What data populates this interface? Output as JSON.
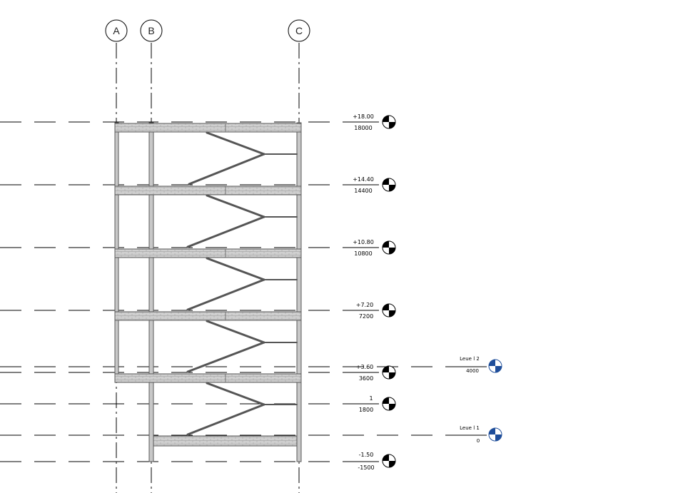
{
  "grids": [
    {
      "label": "A"
    },
    {
      "label": "B"
    },
    {
      "label": "C"
    }
  ],
  "levels": [
    {
      "id": "lvl-18000",
      "elevation": "+18.00",
      "value": "18000",
      "name": ""
    },
    {
      "id": "lvl-14400",
      "elevation": "+14.40",
      "value": "14400",
      "name": ""
    },
    {
      "id": "lvl-10800",
      "elevation": "+10.80",
      "value": "10800",
      "name": ""
    },
    {
      "id": "lvl-7200",
      "elevation": "+7.20",
      "value": "7200",
      "name": ""
    },
    {
      "id": "lvl-3600",
      "elevation": "+3.60",
      "value": "3600",
      "name": ""
    },
    {
      "id": "lvl-1800",
      "elevation": "1",
      "value": "1800",
      "name": ""
    },
    {
      "id": "lvl-minus1500",
      "elevation": "-1.50",
      "value": "-1500",
      "name": ""
    },
    {
      "id": "level-2",
      "elevation": "",
      "value": "4000",
      "name": "Leue l 2"
    },
    {
      "id": "level-1",
      "elevation": "",
      "value": "0",
      "name": "Leue l 1"
    }
  ],
  "colors": {
    "line": "#000000",
    "member_fill": "#c8c8c8",
    "member_stroke": "#5a5a5a",
    "head_black": "#000000",
    "head_blue": "#1f4e9a"
  }
}
